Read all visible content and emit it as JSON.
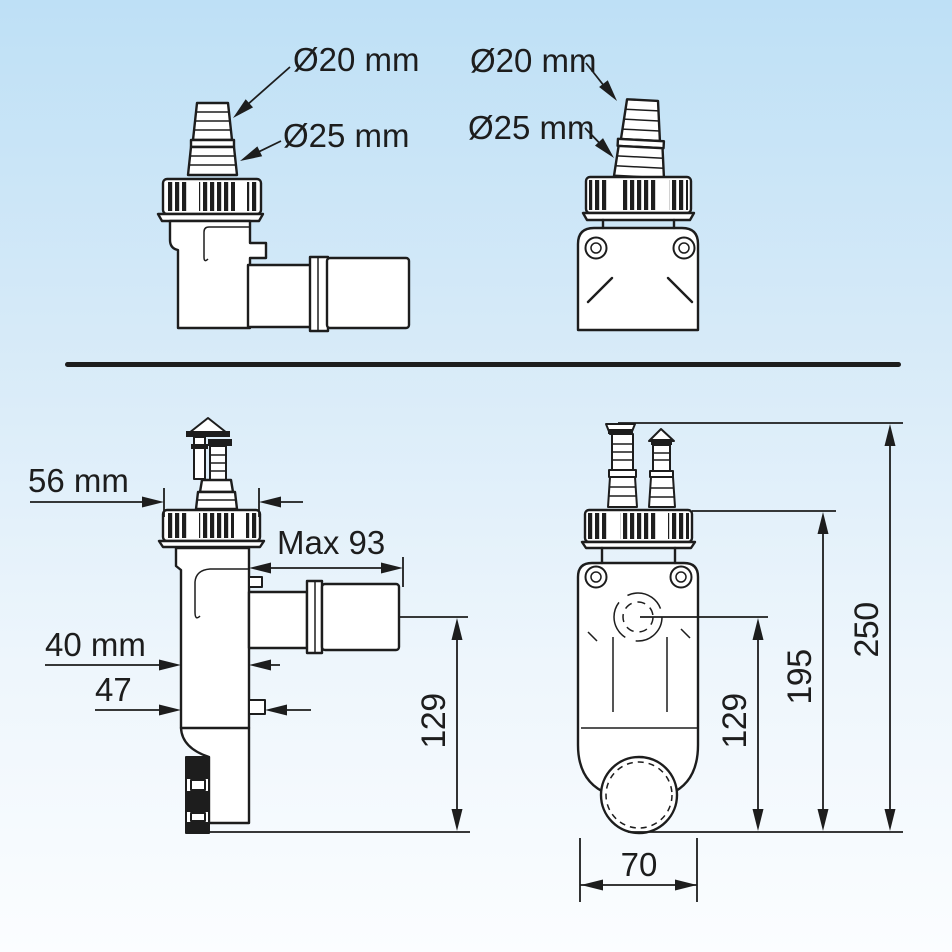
{
  "colors": {
    "background_top": "#bee0f6",
    "background_bottom": "#fbfdff",
    "line": "#1d1d1d"
  },
  "views": {
    "top_side": {
      "label_d20": "Ø20 mm",
      "label_d25": "Ø25 mm"
    },
    "top_front": {
      "label_d20": "Ø20 mm",
      "label_d25": "Ø25 mm"
    },
    "bottom_side": {
      "dim_nut_width": "56 mm",
      "dim_max_depth": "Max 93",
      "dim_body_width": "40 mm",
      "dim_nub_width": "47",
      "dim_outlet_height": "129"
    },
    "bottom_front": {
      "dim_outlet_height": "129",
      "dim_nut_height": "195",
      "dim_total_height": "250",
      "dim_body_width": "70"
    }
  }
}
